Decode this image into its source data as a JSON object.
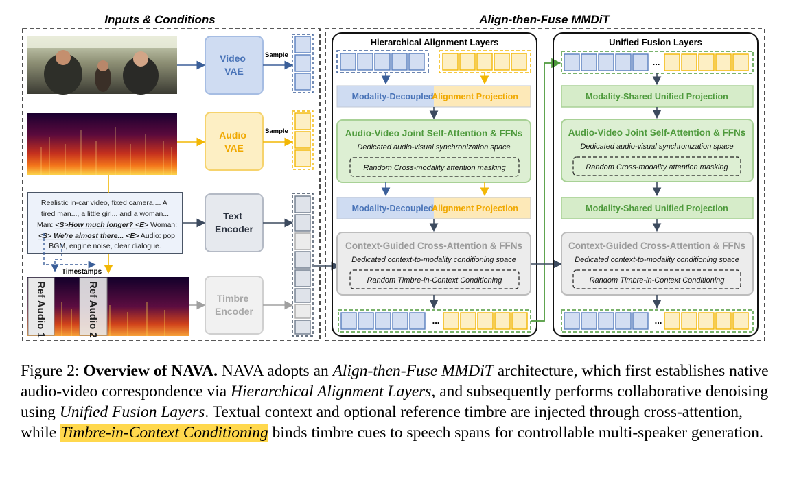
{
  "figure": {
    "left_section_title": "Inputs & Conditions",
    "right_section_title": "Align-then-Fuse MMDiT",
    "video_encoder": {
      "line1": "Video",
      "line2": "VAE"
    },
    "audio_encoder": {
      "line1": "Audio",
      "line2": "VAE"
    },
    "text_encoder": {
      "line1": "Text",
      "line2": "Encoder"
    },
    "timbre_encoder": {
      "line1": "Timbre",
      "line2": "Encoder"
    },
    "sample_label": "Sample",
    "timestamps_label": "Timestamps",
    "ref_audio_1": "Ref Audio 1",
    "ref_audio_2": "Ref Audio 2",
    "prompt": {
      "line1": "Realistic in-car video, fixed camera,... A",
      "line2": "tired man..., a little girl... and a woman...",
      "line3_a": "Man: ",
      "line3_b": "<S>How much longer? <E>",
      "line3_c": " Woman:",
      "line4_a": "<S> We're almost there... <E>",
      "line4_b": " Audio: pop",
      "line5": "BGM, engine noise, clear dialogue."
    },
    "hal": {
      "title": "Hierarchical Alignment Layers",
      "proj_left": "Modality-Decoupled",
      "proj_right": "Alignment Projection",
      "joint_title": "Audio-Video Joint Self-Attention & FFNs",
      "joint_sub": "Dedicated audio-visual synchronization space",
      "joint_mask": "Random Cross-modality attention masking",
      "cross_title": "Context-Guided Cross-Attention & FFNs",
      "cross_sub": "Dedicated context-to-modality conditioning space",
      "cross_mask": "Random Timbre-in-Context Conditioning"
    },
    "ufl": {
      "title": "Unified Fusion Layers",
      "shared_proj": "Modality-Shared Unified Projection",
      "joint_title": "Audio-Video Joint Self-Attention & FFNs",
      "joint_sub": "Dedicated audio-visual synchronization space",
      "joint_mask": "Random Cross-modality attention masking",
      "cross_title": "Context-Guided Cross-Attention & FFNs",
      "cross_sub": "Dedicated context-to-modality conditioning space",
      "cross_mask": "Random Timbre-in-Context Conditioning"
    },
    "ellipsis": "...",
    "colors": {
      "video": "#4a74b8",
      "audio": "#f2b705",
      "green": "#4e9a3c",
      "grey": "#9a9a9a"
    }
  },
  "caption": {
    "lead": "Figure 2:  ",
    "bold": "Overview of NAVA.",
    "s1": " NAVA adopts an ",
    "i1": "Align-then-Fuse MMDiT",
    "s2": " architecture, which first establishes native audio-video correspondence via ",
    "i2": "Hierarchical Alignment Layers",
    "s3": ", and subsequently performs collaborative denoising using ",
    "i3": "Unified Fusion Layers",
    "s4": ". Textual context and optional reference timbre are injected through cross-attention, while ",
    "hl": "Timbre-in-Context Conditioning",
    "s5": " binds timbre cues to speech spans for controllable multi-speaker generation."
  }
}
